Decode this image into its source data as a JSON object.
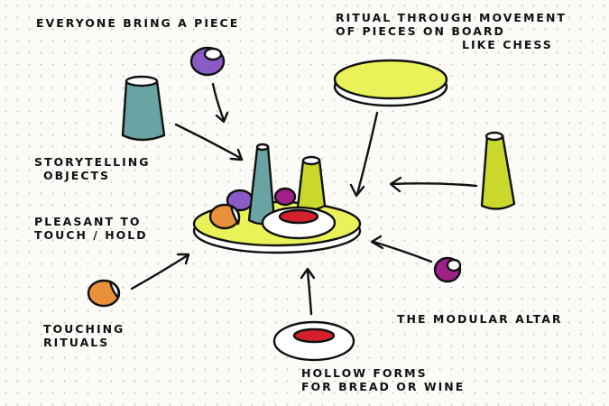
{
  "labels": {
    "everyone": "EVERYONE BRING A PIECE",
    "ritual_line1": "RITUAL THROUGH MOVEMENT",
    "ritual_line2": "OF PIECES ON BOARD",
    "ritual_line3": "LIKE CHESS",
    "storytelling_line1": "STORYTELLING",
    "storytelling_line2": "OBJECTS",
    "pleasant_line1": "PLEASANT TO",
    "pleasant_line2": "TOUCH / HOLD",
    "touching_line1": "TOUCHING",
    "touching_line2": "RITUALS",
    "altar": "THE MODULAR ALTAR",
    "hollow_line1": "HOLLOW FORMS",
    "hollow_line2": "FOR BREAD OR WINE"
  },
  "colors": {
    "yellow": "#eaf25a",
    "teal": "#6aa3a3",
    "purple": "#8a5bc7",
    "magenta": "#a0208a",
    "orange": "#e8913a",
    "lime": "#c9d82a",
    "red": "#d4202a",
    "ink": "#111111"
  }
}
